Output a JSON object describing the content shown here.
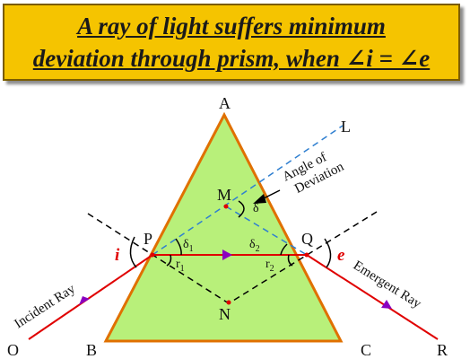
{
  "title": {
    "line1": "A ray of light suffers minimum",
    "line2": "deviation through prism, when ∠i = ∠e"
  },
  "vertices": {
    "a": "A",
    "b": "B",
    "c": "C"
  },
  "points": {
    "p": "P",
    "q": "Q",
    "m": "M",
    "n": "N",
    "o": "O",
    "r": "R",
    "l": "L"
  },
  "angles": {
    "i": "i",
    "e": "e",
    "delta": "δ",
    "delta1": "δ",
    "delta1_sub": "1",
    "delta2": "δ",
    "delta2_sub": "2",
    "r1": "r",
    "r1_sub": "1",
    "r2": "r",
    "r2_sub": "2"
  },
  "annotations": {
    "angle_of_deviation_1": "Angle of",
    "angle_of_deviation_2": "Deviation",
    "incident_ray": "Incident Ray",
    "emergent_ray": "Emergent Ray"
  },
  "colors": {
    "title_bg": "#f5c400",
    "prism_fill": "#b8f07a",
    "prism_edge": "#e07000",
    "ray": "#e00000",
    "arrow": "#8a00c0",
    "dashed_blue": "#2f7fd0",
    "dashed_black": "#000000"
  }
}
